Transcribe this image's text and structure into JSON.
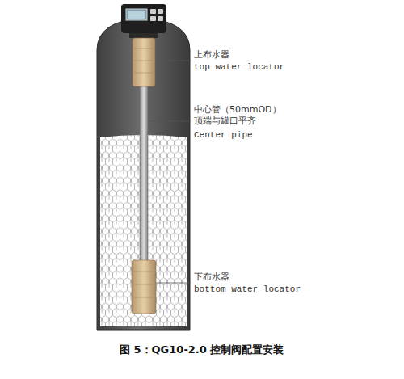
{
  "diagram": {
    "caption": "图 5：QG10-2.0 控制阀配置安装",
    "labels": [
      "上布水器",
      "top water locator",
      "中心管（50mmOD） 顶端与罐口平齐",
      "Center pipe",
      "下布水器",
      "bottom water locator"
    ]
  }
}
